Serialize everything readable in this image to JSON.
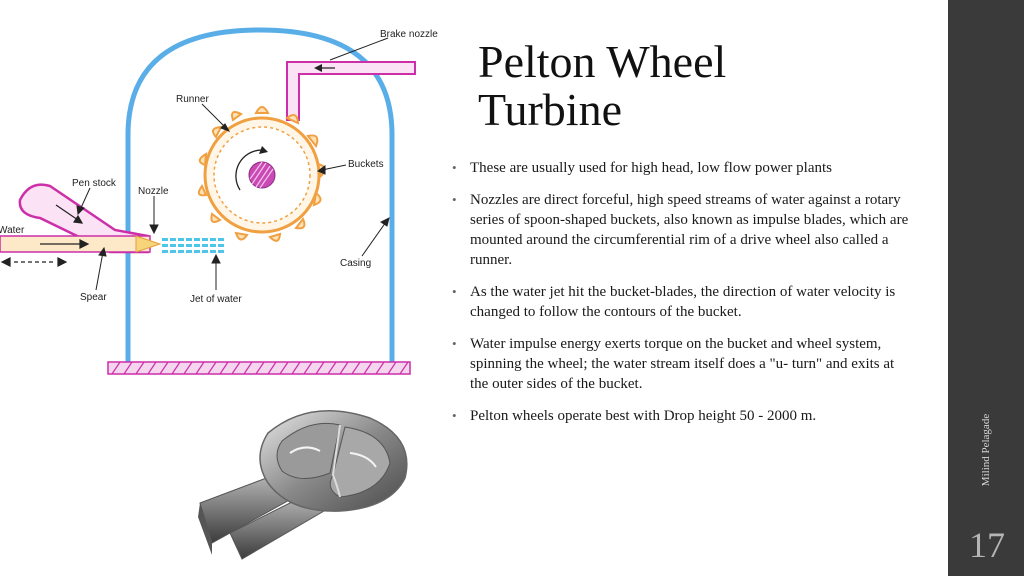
{
  "slide": {
    "title_line1": "Pelton Wheel",
    "title_line2": "Turbine",
    "bullets": [
      "These are usually used for high head, low flow power plants",
      "Nozzles are direct forceful, high speed streams of water against a rotary series of spoon-shaped buckets, also known as  impulse blades, which are mounted around the circumferential  rim of a drive wheel also called a runner.",
      "As the water jet hit the bucket-blades, the direction of water velocity is changed to follow the contours of the bucket.",
      "Water impulse energy exerts torque on the bucket and wheel system, spinning the wheel; the water stream itself does a \"u-  turn\" and exits at the outer sides of the bucket.",
      "Pelton wheels operate best with Drop height 50 - 2000 m."
    ],
    "author": "Milind Pelagade",
    "page_number": "17"
  },
  "diagram": {
    "labels": {
      "brake_nozzle": "Brake nozzle",
      "runner": "Runner",
      "buckets": "Buckets",
      "pen_stock": "Pen stock",
      "nozzle": "Nozzle",
      "water": "Water",
      "spear": "Spear",
      "jet_of_water": "Jet of water",
      "casing": "Casing"
    }
  },
  "colors": {
    "casing": "#5aaee8",
    "pipe": "#cc2fa8",
    "runner": "#f0a040",
    "jet": "#4fc6e8",
    "sidebar": "#3a3a3a"
  }
}
